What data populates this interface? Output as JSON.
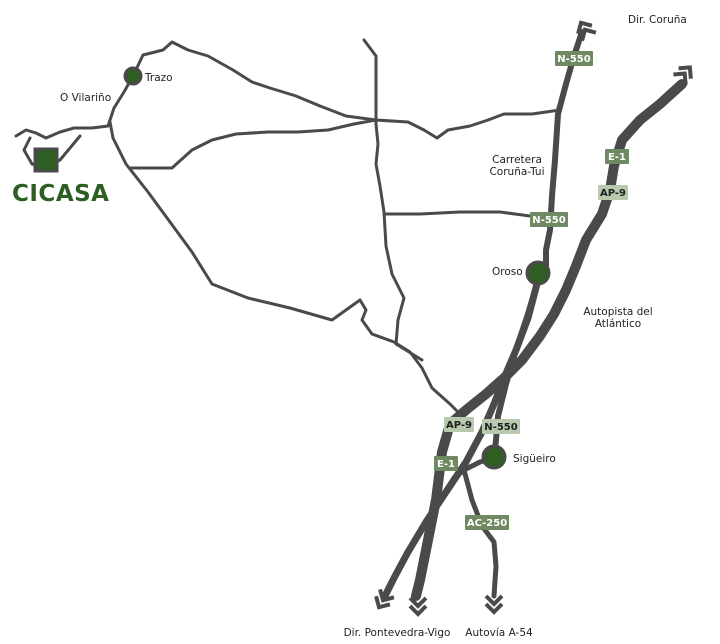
{
  "colors": {
    "road": "#4a4a4a",
    "town_fill": "#2e5e22",
    "brand": "#2e5e22",
    "badge_dark": "#6f8a62",
    "badge_dark_text": "#ffffff",
    "badge_light": "#b8c9ad",
    "badge_light_text": "#1f1f1f"
  },
  "brand": {
    "name": "CICASA"
  },
  "places": {
    "trazo": "Trazo",
    "o_vilarino": "O Vilariño",
    "oroso": "Oroso",
    "sigueiro": "Sigüeiro"
  },
  "labels": {
    "dir_coruna": "Dir. Coruña",
    "carretera_line1": "Carretera",
    "carretera_line2": "Coruña-Tui",
    "autopista_line1": "Autopista del",
    "autopista_line2": "Atlántico",
    "dir_pontevedra": "Dir. Pontevedra-Vigo",
    "autovia": "Autovía A-54"
  },
  "badges": {
    "n550_top": "N-550",
    "n550_mid": "N-550",
    "n550_low": "N-550",
    "e1_top": "E-1",
    "ap9_top": "AP-9",
    "ap9_low": "AP-9",
    "e1_low": "E-1",
    "ac250": "AC-250"
  },
  "icons": {
    "direction_arrow": "double-chevron-arrow-icon",
    "town": "town-marker-icon",
    "brand_location": "square-location-marker-icon"
  }
}
